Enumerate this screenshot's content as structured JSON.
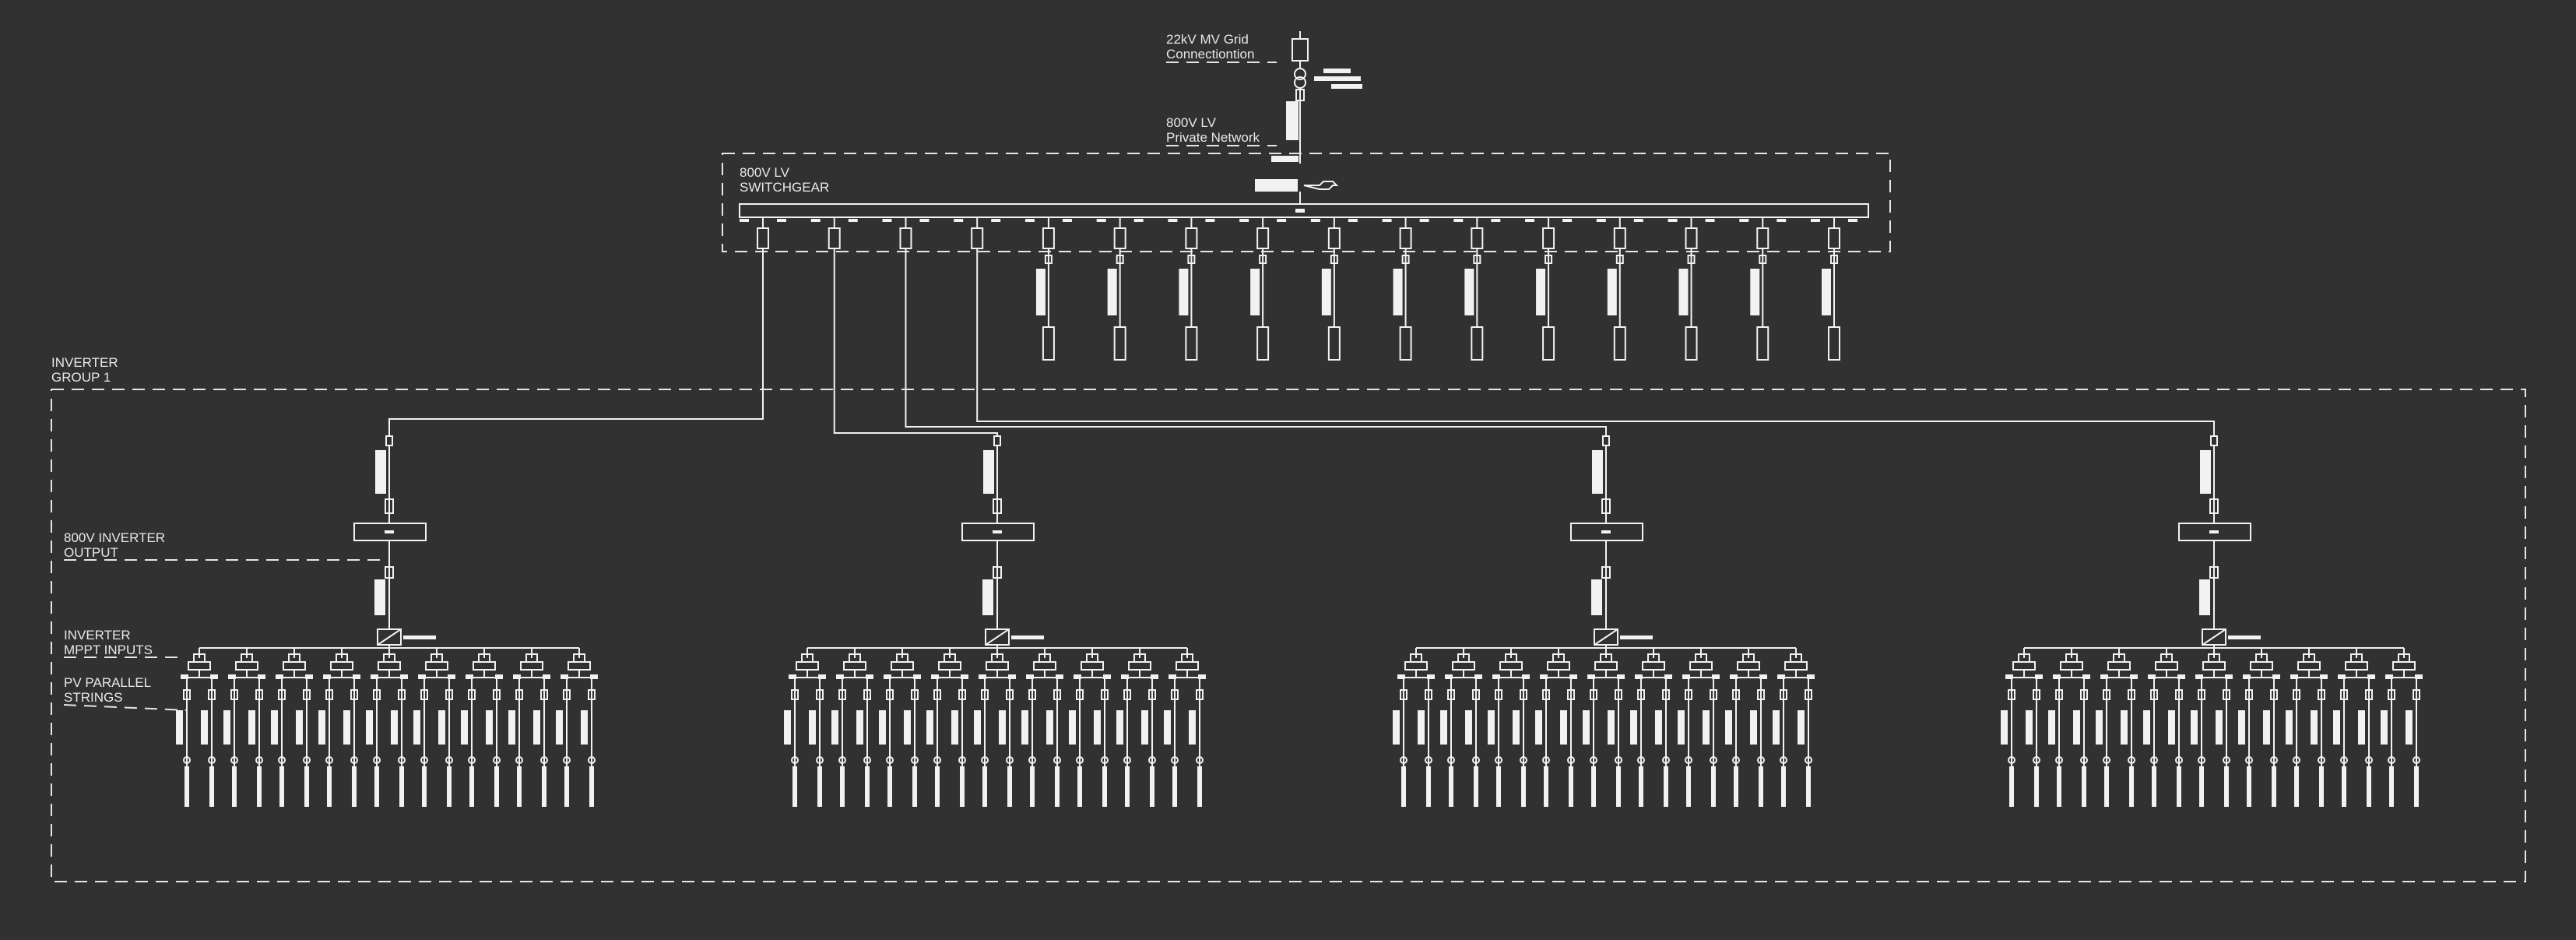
{
  "labels": {
    "grid": [
      "22kV MV Grid",
      "Connectiontion"
    ],
    "lv_network": [
      "800V LV",
      "Private Network"
    ],
    "switchgear": [
      "800V LV",
      "SWITCHGEAR"
    ],
    "inverter_group": [
      "INVERTER",
      "GROUP 1"
    ],
    "inverter_output": [
      "800V INVERTER",
      "OUTPUT"
    ],
    "mppt_inputs": [
      "INVERTER",
      "MPPT INPUTS"
    ],
    "pv_strings": [
      "PV PARALLEL",
      "STRINGS"
    ]
  },
  "colors": {
    "background": "#313131",
    "line": "#f2f2f2",
    "text": "#e8e8e8"
  },
  "counts": {
    "switchgear_feeders": 16,
    "spare_feeders": 12,
    "inverters": 4,
    "mppt_inputs_per_inverter": 9,
    "pv_strings_per_inverter": 18
  }
}
